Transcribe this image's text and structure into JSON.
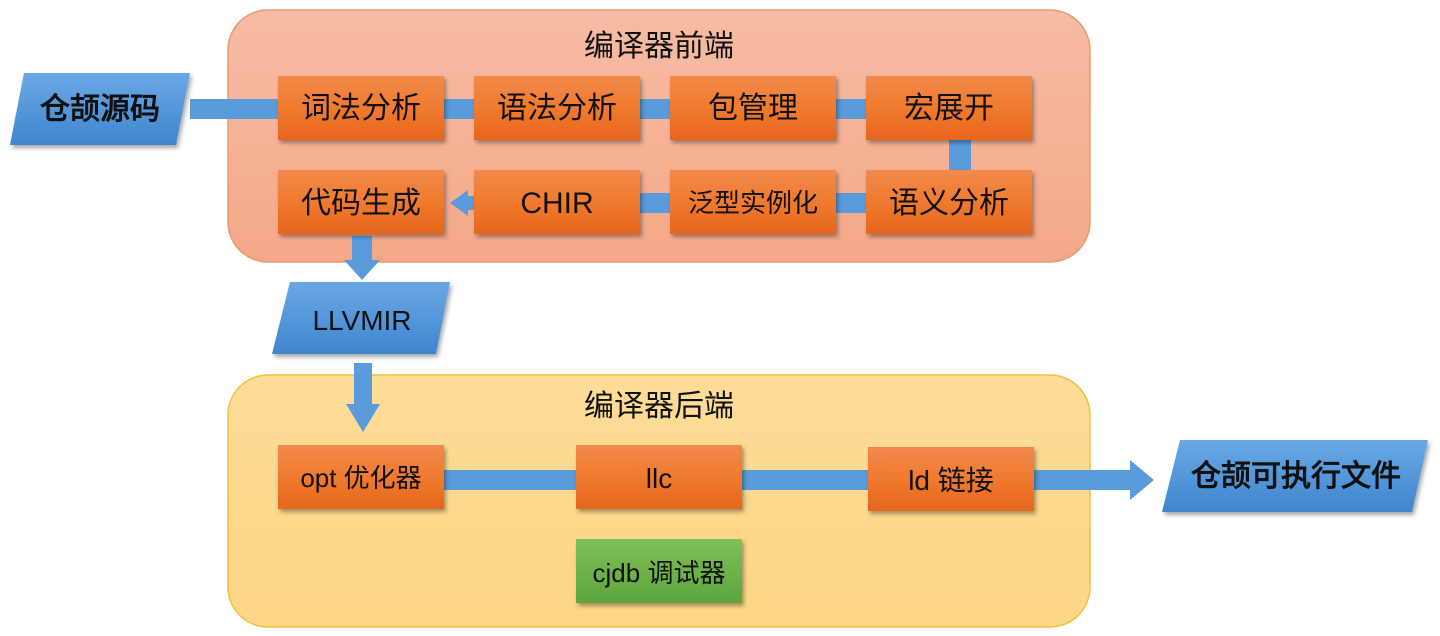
{
  "colors": {
    "frontend_bg": "#f5b49a",
    "frontend_border": "#e8a07a",
    "backend_bg": "#fdd98e",
    "backend_border": "#f2c24d",
    "step_box": "#ef7a2c",
    "debugger_box": "#6db345",
    "io_shape": "#4e92d6",
    "connector": "#5a9bdc"
  },
  "input": {
    "label": "仓颉源码",
    "icon": "parallelogram-data-shape"
  },
  "frontend": {
    "title": "编译器前端",
    "steps": [
      {
        "id": "lexer",
        "label": "词法分析"
      },
      {
        "id": "parser",
        "label": "语法分析"
      },
      {
        "id": "package",
        "label": "包管理"
      },
      {
        "id": "macro",
        "label": "宏展开"
      },
      {
        "id": "semantic",
        "label": "语义分析"
      },
      {
        "id": "generic",
        "label": "泛型实例化"
      },
      {
        "id": "chir",
        "label": "CHIR"
      },
      {
        "id": "codegen",
        "label": "代码生成"
      }
    ]
  },
  "intermediate": {
    "label": "LLVMIR"
  },
  "backend": {
    "title": "编译器后端",
    "steps": [
      {
        "id": "opt",
        "label": "opt 优化器"
      },
      {
        "id": "llc",
        "label": "llc"
      },
      {
        "id": "ld",
        "label": "ld 链接"
      }
    ],
    "debugger": {
      "label": "cjdb 调试器"
    }
  },
  "output": {
    "label": "仓颉可执行文件"
  }
}
